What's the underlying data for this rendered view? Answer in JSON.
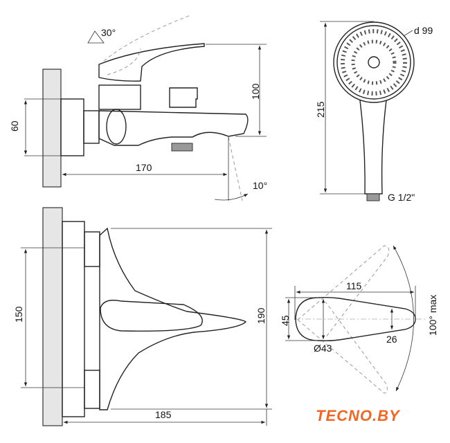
{
  "side_view": {
    "height_label": "60",
    "spout_height_label": "100",
    "reach_label": "170",
    "lever_angle_label": "30°",
    "spout_angle_label": "10°"
  },
  "shower_head": {
    "diameter_label": "d 99",
    "length_label": "215",
    "thread_label": "G 1/2\""
  },
  "front_view": {
    "center_distance_label": "150",
    "height_label": "190",
    "width_label": "185"
  },
  "lever_top_view": {
    "length_label": "115",
    "width_label": "45",
    "diameter_label": "Ø43",
    "tip_label": "26",
    "rotation_label": "100° max"
  },
  "logo": {
    "text": "TECNO.BY",
    "color": "#f26522"
  }
}
